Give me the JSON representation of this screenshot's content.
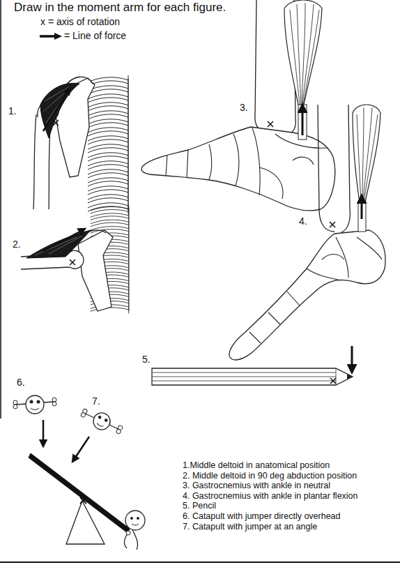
{
  "diagram": {
    "title": "Draw in the moment arm for each figure.",
    "labels": [
      "x = axis of rotation",
      "1.",
      "2.",
      "3.",
      "4.",
      "5.",
      "6.",
      "7.",
      "1.Middle deltoid in anatomical position",
      "2. Middle deltoid in 90 deg abduction position",
      "3. Gastrocnemius with ankle in neutral",
      "4. Gastrocnemius with ankle in plantar flexion",
      "5. Pencil",
      "6. Catapult with jumper directly overhead",
      "7. Catapult with jumper at an angle"
    ],
    "legend": [
      {
        "text": "= Line of force"
      }
    ]
  }
}
